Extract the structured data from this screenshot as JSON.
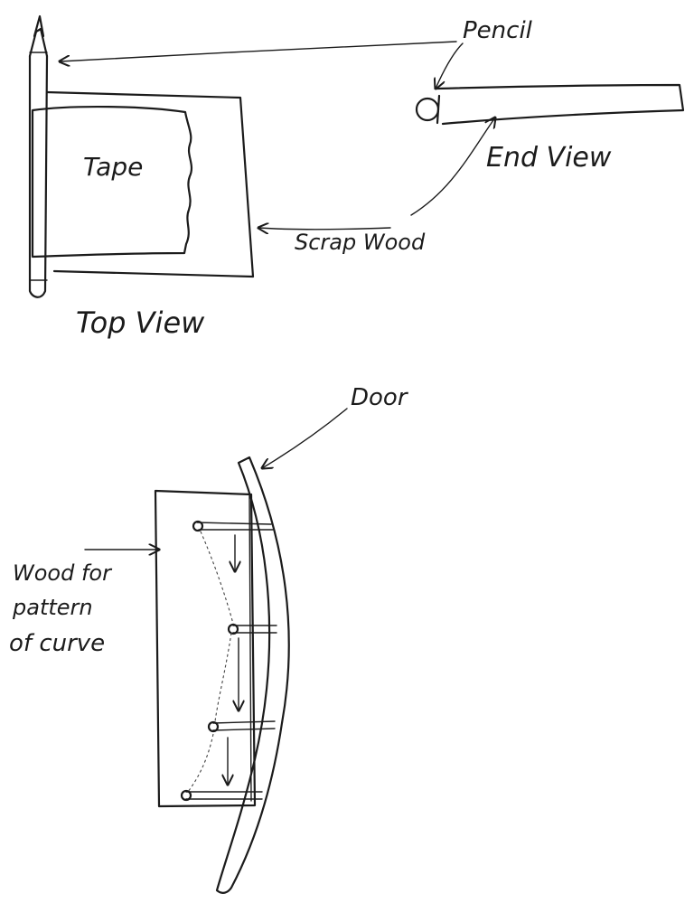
{
  "labels": {
    "pencil": "Pencil",
    "end_view": "End View",
    "tape": "Tape",
    "scrap_wood": "Scrap Wood",
    "top_view": "Top View",
    "door": "Door",
    "wood_line1": "Wood for",
    "wood_line2": "pattern",
    "wood_line3": "of curve"
  },
  "colors": {
    "ink": "#1b1b1b",
    "paper": "#ffffff"
  }
}
